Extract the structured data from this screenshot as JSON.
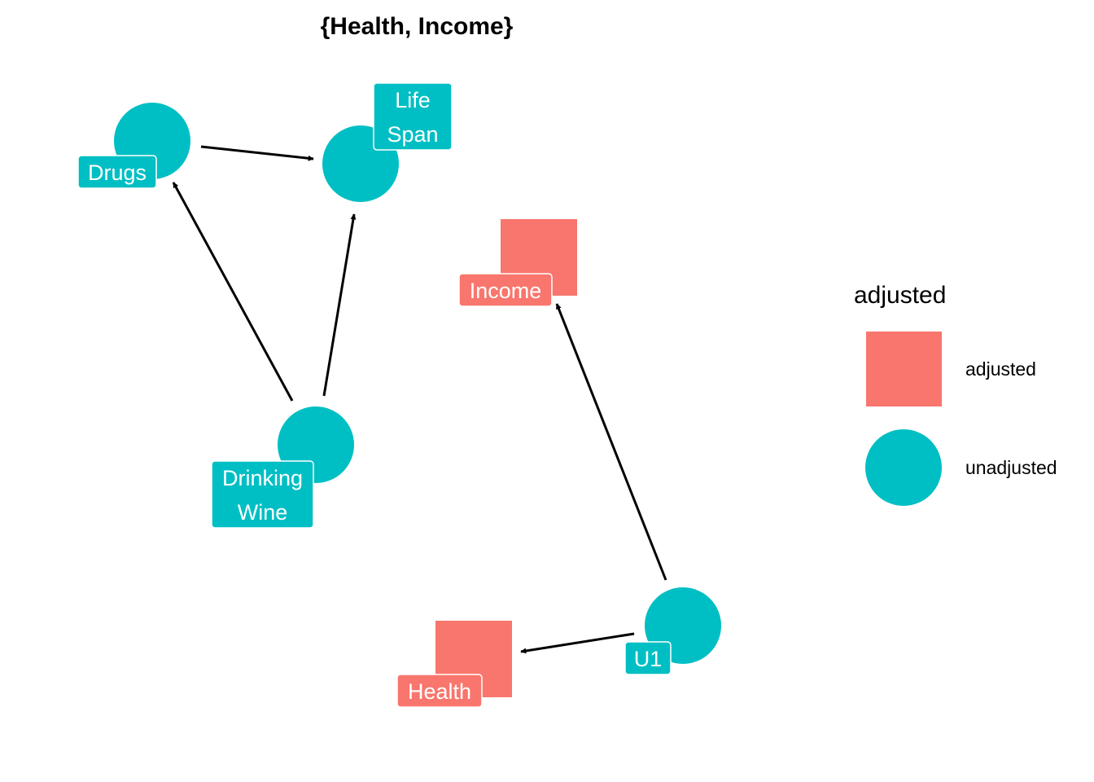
{
  "title": "{Health, Income}",
  "colors": {
    "adjusted": "#F8766D",
    "unadjusted": "#00BFC4",
    "edge": "#000000",
    "label_text": "#FFFFFF"
  },
  "nodes": [
    {
      "id": "drugs",
      "label_lines": [
        "Drugs"
      ],
      "status": "unadjusted"
    },
    {
      "id": "lifespan",
      "label_lines": [
        "Life",
        "Span"
      ],
      "status": "unadjusted"
    },
    {
      "id": "income",
      "label_lines": [
        "Income"
      ],
      "status": "adjusted"
    },
    {
      "id": "drinkingwine",
      "label_lines": [
        "Drinking",
        "Wine"
      ],
      "status": "unadjusted"
    },
    {
      "id": "u1",
      "label_lines": [
        "U1"
      ],
      "status": "unadjusted"
    },
    {
      "id": "health",
      "label_lines": [
        "Health"
      ],
      "status": "adjusted"
    }
  ],
  "edges": [
    {
      "from": "drugs",
      "to": "lifespan"
    },
    {
      "from": "drinkingwine",
      "to": "drugs"
    },
    {
      "from": "drinkingwine",
      "to": "lifespan"
    },
    {
      "from": "u1",
      "to": "income"
    },
    {
      "from": "u1",
      "to": "health"
    }
  ],
  "legend": {
    "title": "adjusted",
    "items": [
      {
        "label": "adjusted",
        "shape": "square",
        "status": "adjusted"
      },
      {
        "label": "unadjusted",
        "shape": "circle",
        "status": "unadjusted"
      }
    ]
  }
}
